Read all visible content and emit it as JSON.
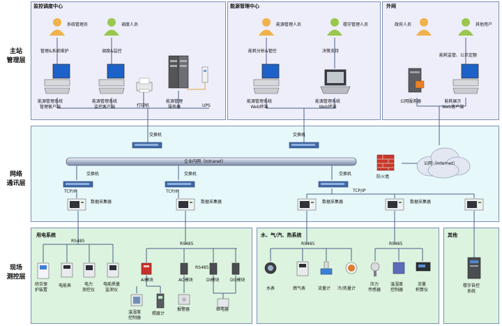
{
  "layers": {
    "management": "主站\n管理层",
    "network": "网络\n通讯层",
    "field": "现场\n测控层"
  },
  "sections": {
    "monitoring_center": "监控调度中心",
    "energy_center": "能源管理中心",
    "external_net": "外网",
    "power_system": "用电系统",
    "water_gas_heat": "水、气/汽、热系统",
    "other": "其他"
  },
  "management": {
    "sys_admin": "系统管理员",
    "dispatcher": "调度人员",
    "maint": "管理&系统维护",
    "dispatch_monitor": "调度&监控",
    "energy_manager": "能源管理人员",
    "building_manager": "楼宇管理人员",
    "energy_analysis": "能耗分析&管控",
    "decision": "决策支持",
    "gov_staff": "政府人员",
    "other_users": "其他用户",
    "publicity": "能耗监管、公示定额",
    "client_mgmt": "能源管理系统\n管理客户端",
    "client_monitor": "能源管理系统\n监控客户端",
    "printer": "打印机",
    "server": "能源管理\n服务器",
    "ups": "UPS",
    "web_term1": "能源管理系统\nWeb终端",
    "web_term2": "能源管理系统\nWeb终端",
    "public_server": "公网服务器",
    "web_display": "能耗展示\nWeb客户端"
  },
  "network": {
    "switch": "交换机",
    "intranet": "企业内网（Intranet）",
    "internet": "公网（Internet）",
    "firewall": "防火墙",
    "tcpip": "TCP/IP",
    "collector": "数据采集器"
  },
  "field": {
    "rs485": "RS485",
    "protect": "综合保\n护装置",
    "meter": "电能表",
    "power_instr": "电力\n测控仪",
    "quality": "电能质量\n监测仪",
    "ai": "AI模块",
    "ao": "AO模块",
    "di": "DI模块",
    "do": "DO模块",
    "temp_ctrl": "温湿度\n控制器",
    "lux": "照度计",
    "alarm": "报警器",
    "relay": "继电器",
    "water": "水表",
    "gas": "燃气表",
    "flow": "流量计",
    "coldheat": "冷/热量计",
    "pressure": "压力\n传感器",
    "temp_ctrl2": "温湿度\n控制器",
    "flow_acc": "流量\n积算仪",
    "bas": "楼宇自控\n系统"
  },
  "colors": {
    "mgmt_bg": "#eeeefa",
    "net_bg": "#e7f8fb",
    "field_bg": "#dcf3df",
    "line": "#4a5f8a",
    "switch": "#4169a8"
  }
}
